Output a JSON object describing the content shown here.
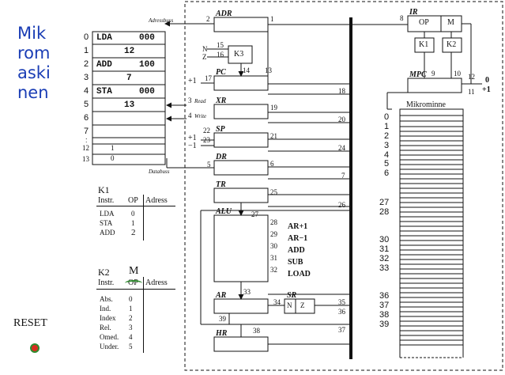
{
  "title_lines": [
    "Mik",
    "rom",
    "aski",
    "nen"
  ],
  "bus_labels": {
    "address_bus": "Adressbuss",
    "data_bus": "Databuss",
    "read": "Read",
    "write": "Write"
  },
  "main_memory": {
    "addresses": [
      "0",
      "1",
      "2",
      "3",
      "4",
      "5",
      "6",
      "7",
      ":",
      "12",
      "13"
    ],
    "contents": [
      {
        "op": "LDA",
        "val": "000"
      },
      {
        "op": "",
        "val": "12"
      },
      {
        "op": "ADD",
        "val": "100"
      },
      {
        "op": "",
        "val": "7"
      },
      {
        "op": "STA",
        "val": "000"
      },
      {
        "op": "",
        "val": "13"
      },
      {
        "op": "",
        "val": ""
      },
      {
        "op": "",
        "val": ""
      },
      {
        "op": "",
        "val": ""
      },
      {
        "op": "",
        "val": "1"
      },
      {
        "op": "",
        "val": "0"
      }
    ]
  },
  "registers": {
    "adr": "ADR",
    "pc": "PC",
    "xr": "XR",
    "sp": "SP",
    "dr": "DR",
    "tr": "TR",
    "alu": "ALU",
    "ar": "AR",
    "sr": "SR",
    "hr": "HR",
    "ir": "IR",
    "mpc": "MPC",
    "k1": "K1",
    "k2": "K2",
    "k3": "K3",
    "op": "OP",
    "m": "M",
    "n": "N",
    "z": "Z"
  },
  "control_signals": [
    "1",
    "2",
    "3",
    "4",
    "5",
    "6",
    "7",
    "8",
    "9",
    "10",
    "11",
    "12",
    "13",
    "14",
    "15",
    "16",
    "17",
    "18",
    "19",
    "20",
    "21",
    "22",
    "23",
    "24",
    "25",
    "26",
    "27",
    "28",
    "29",
    "30",
    "31",
    "32",
    "33",
    "34",
    "35",
    "36",
    "37",
    "38",
    "39"
  ],
  "pc_inc": "+1",
  "sp_inc": "+1",
  "sp_dec": "−1",
  "mpc_opts": [
    "0",
    "+1"
  ],
  "alu_ops": [
    "AR+1",
    "AR−1",
    "ADD",
    "SUB",
    "LOAD"
  ],
  "k1_table": {
    "title": "K1",
    "headers": [
      "Instr.",
      "OP",
      "Adress"
    ],
    "rows": [
      [
        "LDA",
        "0"
      ],
      [
        "STA",
        "1"
      ],
      [
        "ADD",
        "2"
      ]
    ]
  },
  "k2_table": {
    "title": "K2",
    "m_label": "M",
    "headers": [
      "Instr.",
      "OP",
      "Adress"
    ],
    "rows": [
      [
        "Abs.",
        "0"
      ],
      [
        "Ind.",
        "1"
      ],
      [
        "Index",
        "2"
      ],
      [
        "Rel.",
        "3"
      ],
      [
        "Omed.",
        "4"
      ],
      [
        "Under.",
        "5"
      ]
    ]
  },
  "micromemory": {
    "title": "Mikrominne",
    "addresses": [
      "0",
      "1",
      "2",
      "3",
      "4",
      "5",
      "6",
      "27",
      "28",
      "30",
      "31",
      "32",
      "33",
      "36",
      "37",
      "38",
      "39"
    ]
  },
  "reset_label": "RESET",
  "colors": {
    "title": "#1a3db5",
    "reset_dot": "#d62e1f",
    "reset_ring": "#2e8b2e",
    "annotation": "#2e8b2e"
  }
}
